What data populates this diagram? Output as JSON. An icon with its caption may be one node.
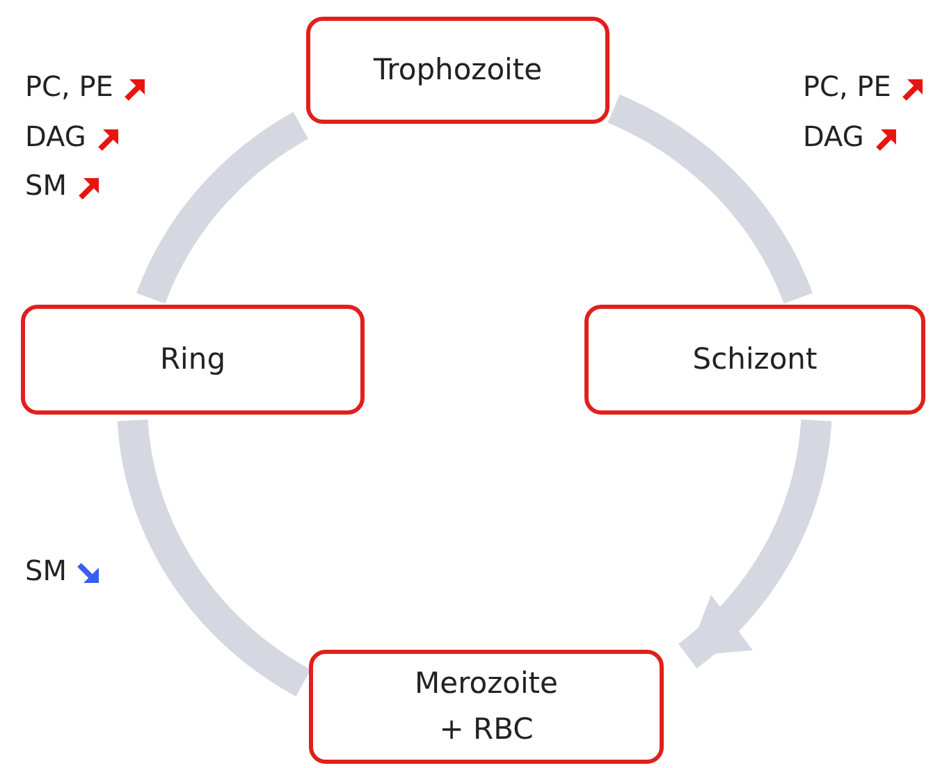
{
  "diagram": {
    "nodes": [
      {
        "text": [
          "Trophozoite"
        ]
      },
      {
        "text": [
          "Ring"
        ]
      },
      {
        "text": [
          "Schizont"
        ]
      },
      {
        "text": [
          "Merozoite + RBC"
        ]
      }
    ],
    "edges": [
      {
        "from": 3,
        "to": 1,
        "arrow": "none"
      },
      {
        "from": 1,
        "to": 0,
        "arrow": "none"
      },
      {
        "from": 0,
        "to": 2,
        "arrow": "none"
      },
      {
        "from": 2,
        "to": 3,
        "arrow": "to"
      }
    ],
    "labels": [
      "PC, PE",
      "DAG",
      "SM",
      "PC, PE",
      "DAG",
      "SM"
    ]
  }
}
